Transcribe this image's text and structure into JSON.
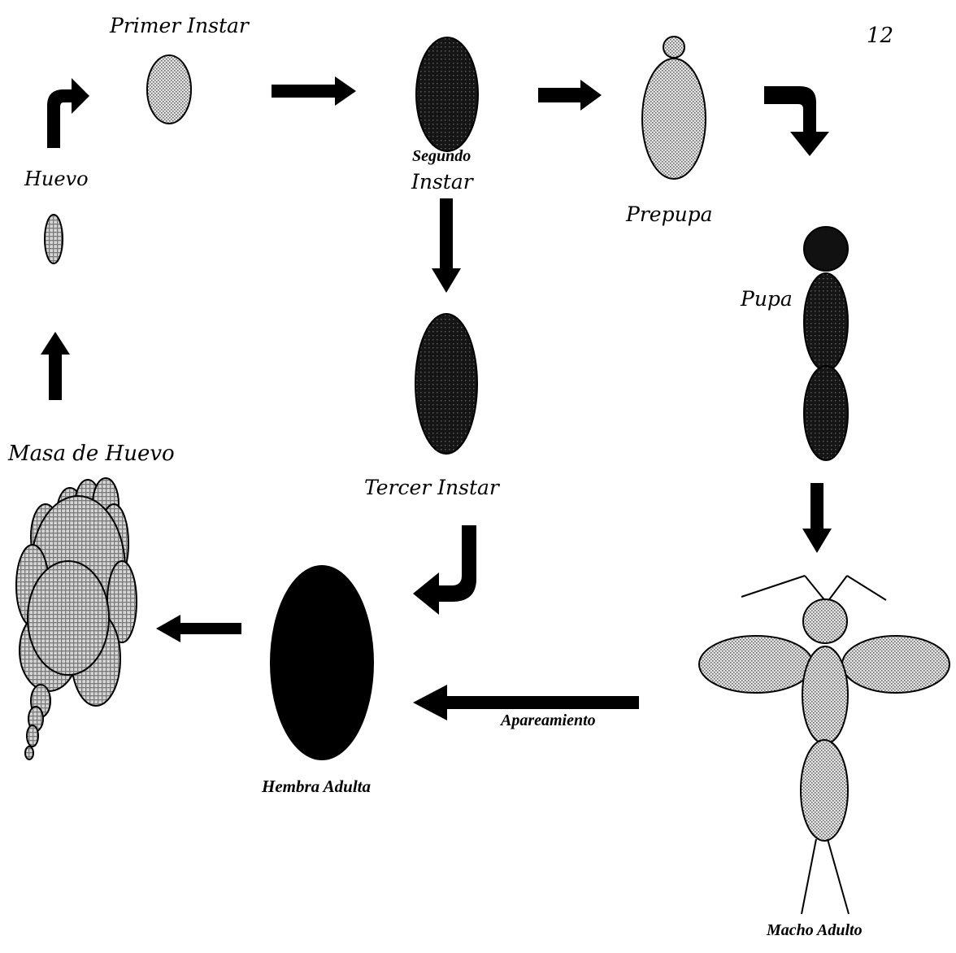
{
  "page_number": "12",
  "labels": {
    "primer_instar": "Primer Instar",
    "segundo": "Segundo",
    "segundo_instar": "Instar",
    "prepupa": "Prepupa",
    "pupa": "Pupa",
    "huevo": "Huevo",
    "tercer_instar": "Tercer Instar",
    "masa_de_huevo": "Masa de Huevo",
    "apareamiento": "Apareamiento",
    "hembra_adulta": "Hembra Adulta",
    "macho_adulto": "Macho Adulto"
  },
  "colors": {
    "light_stipple": "#c8c8c8",
    "dark_stage": "#111111",
    "arrow": "#000000"
  }
}
